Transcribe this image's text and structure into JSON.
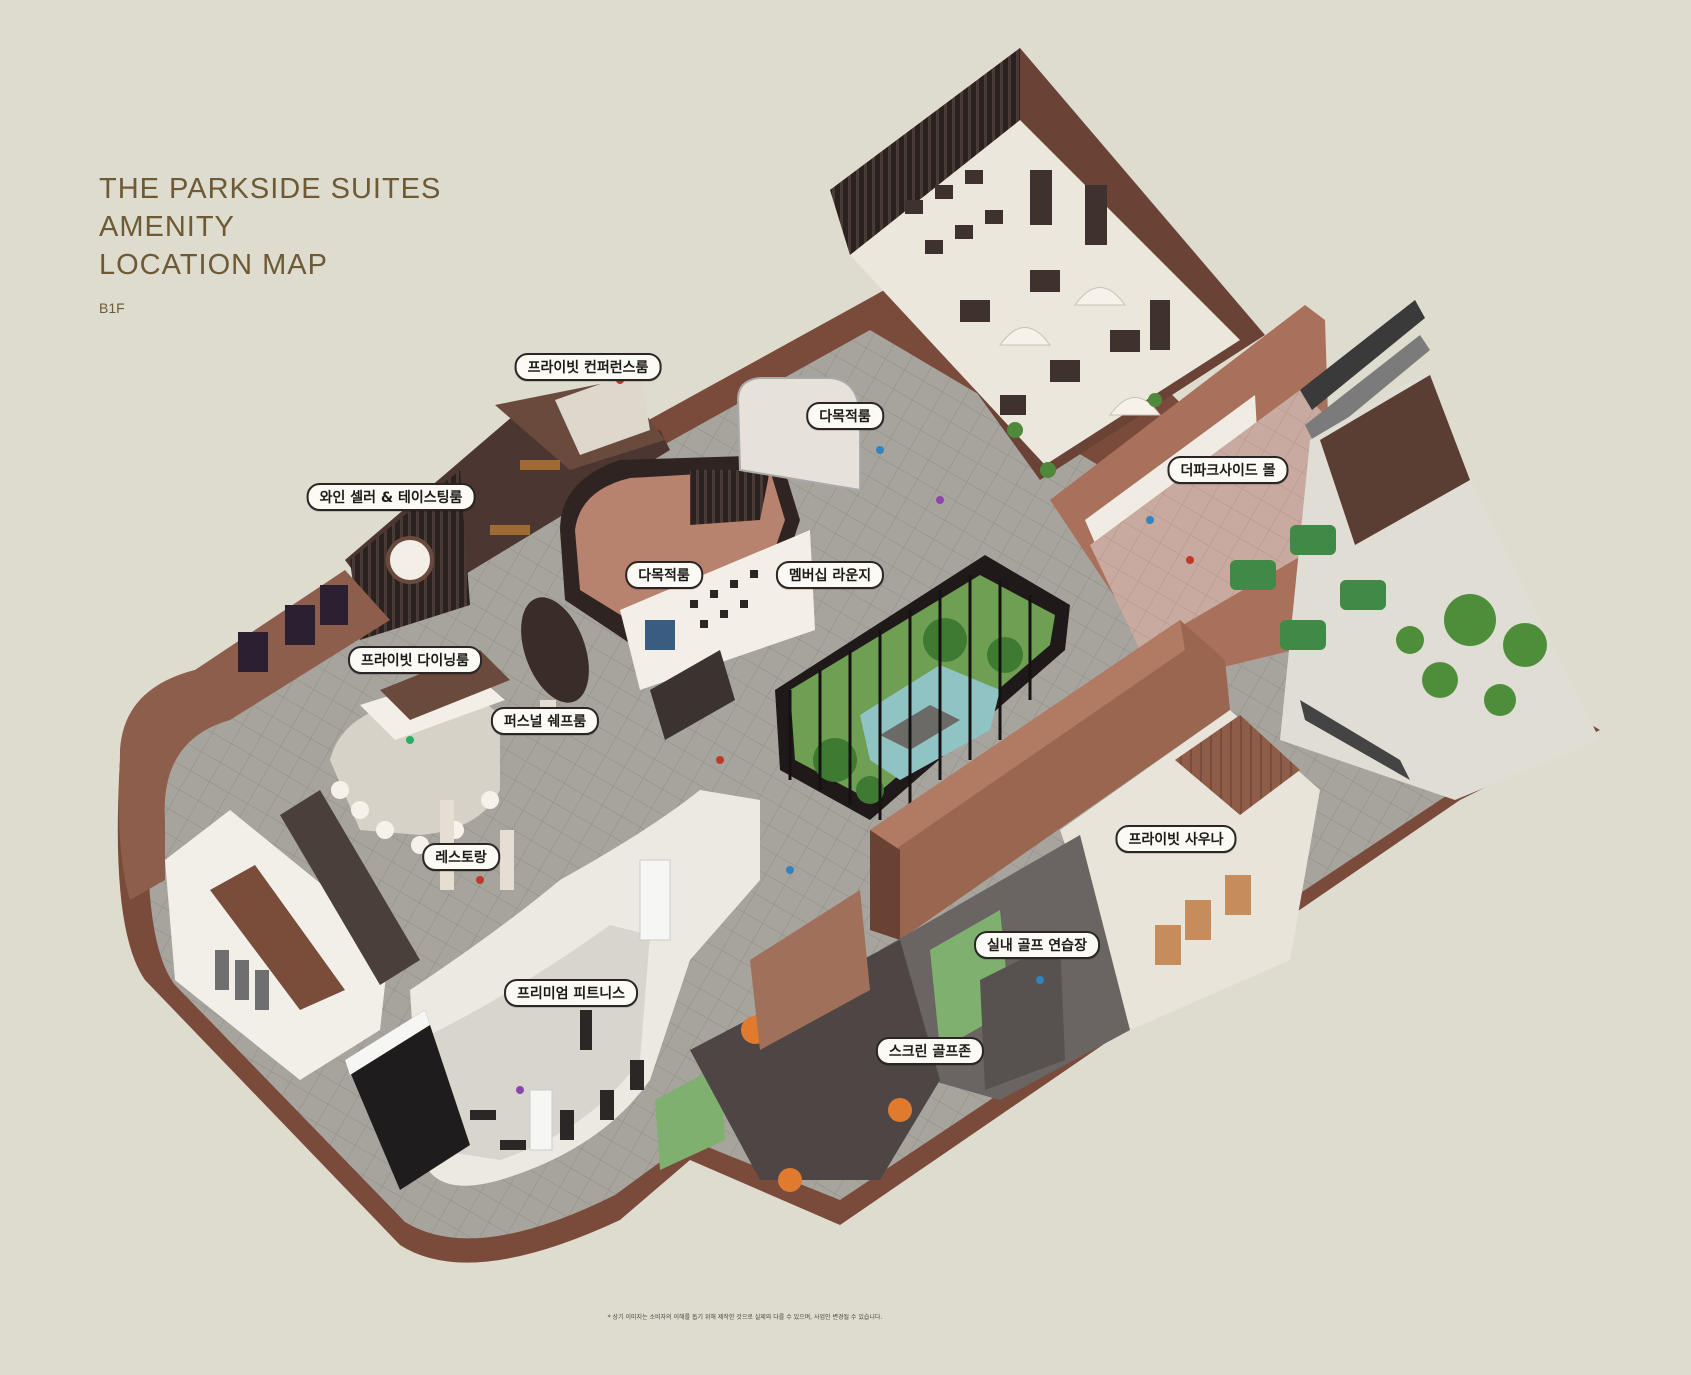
{
  "title": {
    "line1": "THE PARKSIDE SUITES",
    "line2": "AMENITY",
    "line3": "LOCATION MAP"
  },
  "floor": "B1F",
  "labels": [
    {
      "id": "private-conference-room",
      "text": "프라이빗 컨퍼런스룸"
    },
    {
      "id": "wine-cellar",
      "text": "와인 셀러 & 테이스팅룸"
    },
    {
      "id": "multipurpose-room-1",
      "text": "다목적룸"
    },
    {
      "id": "multipurpose-room-2",
      "text": "다목적룸"
    },
    {
      "id": "membership-lounge",
      "text": "멤버십 라운지"
    },
    {
      "id": "parkside-mall",
      "text": "더파크사이드 몰"
    },
    {
      "id": "private-dining-room",
      "text": "프라이빗 다이닝룸"
    },
    {
      "id": "personal-chef-room",
      "text": "퍼스널 쉐프룸"
    },
    {
      "id": "restaurant",
      "text": "레스토랑"
    },
    {
      "id": "premium-fitness",
      "text": "프리미엄 피트니스"
    },
    {
      "id": "private-sauna",
      "text": "프라이빗 사우나"
    },
    {
      "id": "indoor-golf-practice",
      "text": "실내 골프 연습장"
    },
    {
      "id": "screen-golf-zone",
      "text": "스크린 골프존"
    }
  ],
  "disclaimer": "* 상기 이미지는 소비자의 이해를 돕기 위해 제작한 것으로 실제와 다를 수 있으며, 사업인 변경될 수 있습니다.",
  "colors": {
    "background": "#dedbcf",
    "title": "#6e5a35",
    "floor_grey": "#a29f98",
    "wood_brown": "#8a5a44",
    "dark_wall": "#3a2a26",
    "garden_green": "#4f8a3a",
    "water": "#8fc3c4"
  }
}
